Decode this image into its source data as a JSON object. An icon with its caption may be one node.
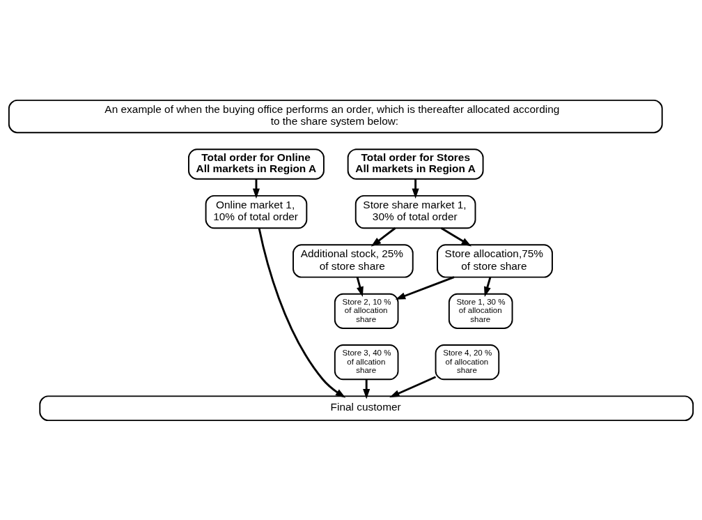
{
  "diagram": {
    "nodes": [
      {
        "text": [
          "An example of when the buying office performs an order, which is thereafter allocated according to the share system below:"
        ]
      },
      {
        "text": [
          "Total order for Online All markets in Region A"
        ]
      },
      {
        "text": [
          "Total order for Stores All markets in Region A"
        ]
      },
      {
        "text": [
          "Online market 1, 10% of total order"
        ]
      },
      {
        "text": [
          "Store share market 1, 30% of total order"
        ]
      },
      {
        "text": [
          "Additional stock, 25% of store share"
        ]
      },
      {
        "text": [
          "Store allocation,75% of store share"
        ]
      },
      {
        "text": [
          "Store 2, 10 % of allocation share"
        ]
      },
      {
        "text": [
          "Store 1, 30 % of allocation share"
        ]
      },
      {
        "text": [
          "Store 3, 40 % of allcation share"
        ]
      },
      {
        "text": [
          "Store 4, 20 % of allocation share"
        ]
      },
      {
        "text": [
          "Final customer"
        ]
      }
    ],
    "edges": [
      {
        "from": 1,
        "to": 3,
        "arrow": "to"
      },
      {
        "from": 2,
        "to": 4,
        "arrow": "to"
      },
      {
        "from": 4,
        "to": 5,
        "arrow": "to"
      },
      {
        "from": 4,
        "to": 6,
        "arrow": "to"
      },
      {
        "from": 6,
        "to": 7,
        "arrow": "to"
      },
      {
        "from": 6,
        "to": 8,
        "arrow": "to"
      },
      {
        "from": 5,
        "to": 7,
        "arrow": "to"
      },
      {
        "from": 3,
        "to": 11,
        "arrow": "to"
      },
      {
        "from": 9,
        "to": 11,
        "arrow": "to"
      },
      {
        "from": 10,
        "to": 11,
        "arrow": "to"
      }
    ]
  }
}
